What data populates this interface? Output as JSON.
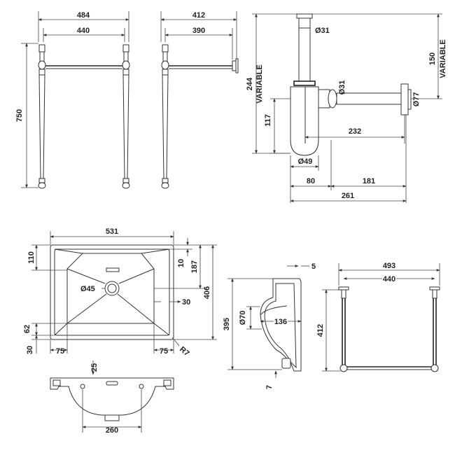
{
  "stand_front": {
    "overall_width": "484",
    "inner_width": "440",
    "height": "750"
  },
  "stand_side": {
    "overall_depth": "412",
    "inner_depth": "390"
  },
  "trap": {
    "top_dia": "Ø31",
    "outlet_dia": "Ø31",
    "wall_flange_dia": "Ø77",
    "bottom_dia": "Ø49",
    "variable_height": "244",
    "variable_height_note": "VARIABLE",
    "outlet_height": "117",
    "wall_variable": "150",
    "wall_variable_note": "VARIABLE",
    "reach": "232",
    "offset_a": "80",
    "offset_b": "181",
    "overall_width": "261"
  },
  "basin_plan": {
    "width": "531",
    "depth": "406",
    "back_margin": "110",
    "rim_top": "10",
    "bowl_depth": "187",
    "waste_dia": "Ø45",
    "right_offset": "30",
    "front_62": "62",
    "front_30": "30",
    "left_75": "75",
    "right_75": "75",
    "corner_radius": "R7"
  },
  "basin_section": {
    "rim_offset": "5",
    "height": "395",
    "waste_dia": "Ø70",
    "depth": "136",
    "base_offset": "7"
  },
  "basin_rear": {
    "top_offset": "25",
    "fixing_width": "260"
  },
  "towel_rail": {
    "overall_width": "493",
    "inner_width": "440",
    "depth": "412"
  }
}
